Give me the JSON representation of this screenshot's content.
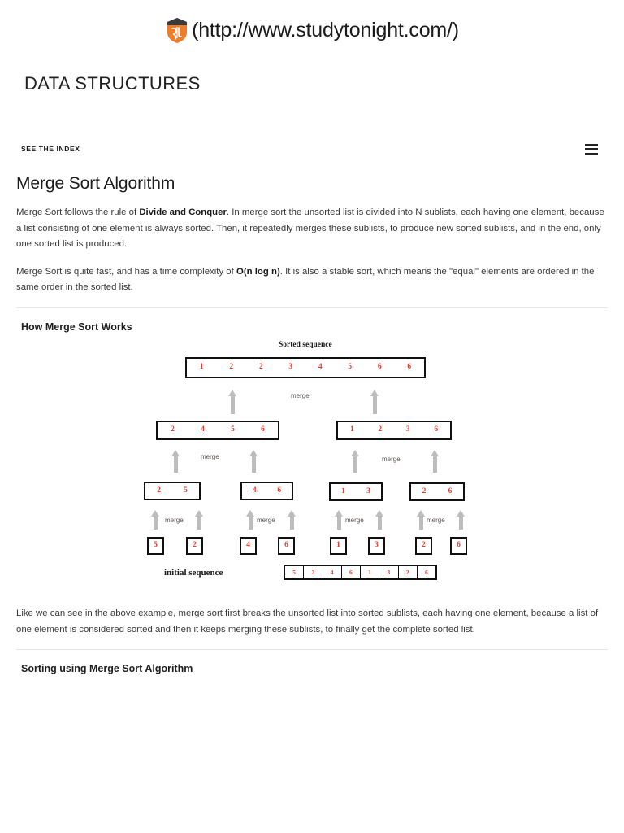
{
  "header": {
    "logo_icon": "studytonight-shield-logo",
    "brand_link_text": "(http://www.studytonight.com/)"
  },
  "category": {
    "title": "DATA STRUCTURES"
  },
  "index_bar": {
    "see_index_label": "SEE THE INDEX",
    "menu_icon": "hamburger-menu-icon"
  },
  "article": {
    "title": "Merge Sort Algorithm",
    "paragraph1_part1": "Merge Sort follows the rule of ",
    "paragraph1_bold": "Divide and Conquer",
    "paragraph1_part2": ". In merge sort the unsorted list is divided into N sublists, each having one element, because a list consisting of one element is always sorted. Then, it repeatedly merges these sublists, to produce new sorted sublists, and in the end, only one sorted list is produced.",
    "paragraph2_part1": "Merge Sort is quite fast, and has a time complexity of ",
    "paragraph2_bold": "O(n log n)",
    "paragraph2_part2": ". It is also a stable sort, which means the \"equal\" elements are ordered in the same order in the sorted list.",
    "section_how_it_works": "How Merge Sort Works",
    "paragraph3": "Like we can see in the above example, merge sort first breaks the unsorted list into sorted sublists, each having one element, because a list of one element is considered sorted and then it keeps merging these sublists, to finally get the complete sorted list.",
    "section_sorting_using": "Sorting using Merge Sort Algorithm"
  },
  "diagram": {
    "top_label": "Sorted sequence",
    "bottom_label": "initial sequence",
    "merge_label": "merge",
    "value_color": "#f0392b",
    "arrow_color": "#bdbdbd",
    "level0": [
      1,
      2,
      2,
      3,
      4,
      5,
      6,
      6
    ],
    "level1": [
      [
        2,
        4,
        5,
        6
      ],
      [
        1,
        2,
        3,
        6
      ]
    ],
    "level2": [
      [
        2,
        5
      ],
      [
        4,
        6
      ],
      [
        1,
        3
      ],
      [
        2,
        6
      ]
    ],
    "level3": [
      5,
      2,
      4,
      6,
      1,
      3,
      2,
      6
    ],
    "initial_strip": [
      5,
      2,
      4,
      6,
      1,
      3,
      2,
      6
    ]
  }
}
